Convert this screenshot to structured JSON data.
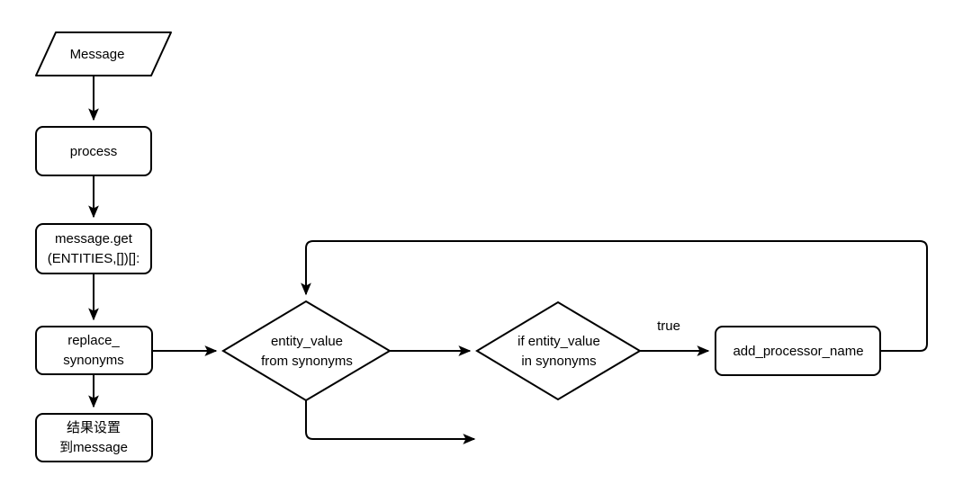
{
  "diagram": {
    "title": "replace_synonyms flowchart",
    "background_color": "#ffffff",
    "stroke_color": "#000000",
    "nodes": {
      "message": {
        "label": "Message",
        "shape": "parallelogram"
      },
      "process": {
        "label": "process",
        "shape": "rounded-rect"
      },
      "message_get": {
        "line1": "message.get",
        "line2": "(ENTITIES,[])[]:",
        "shape": "rounded-rect"
      },
      "replace_synonyms": {
        "line1": "replace_",
        "line2": "synonyms",
        "shape": "rounded-rect"
      },
      "set_result": {
        "line1": "结果设置",
        "line2": "到message",
        "shape": "rounded-rect"
      },
      "entity_value_from_synonyms": {
        "line1": "entity_value",
        "line2": "from synonyms",
        "shape": "diamond"
      },
      "if_entity_value_in_synonyms": {
        "line1": "if entity_value",
        "line2": "in synonyms",
        "shape": "diamond"
      },
      "add_processor_name": {
        "label": "add_processor_name",
        "shape": "rounded-rect"
      }
    },
    "edges": {
      "message_to_process": {
        "label": ""
      },
      "process_to_message_get": {
        "label": ""
      },
      "message_get_to_replace_synonyms": {
        "label": ""
      },
      "replace_synonyms_to_set_result": {
        "label": ""
      },
      "replace_synonyms_to_diamond1": {
        "label": ""
      },
      "diamond1_to_diamond2": {
        "label": ""
      },
      "diamond2_to_add_processor_name": {
        "label": "true"
      },
      "add_processor_name_loop_back": {
        "label": ""
      },
      "diamond1_exit_bottom": {
        "label": ""
      }
    }
  }
}
